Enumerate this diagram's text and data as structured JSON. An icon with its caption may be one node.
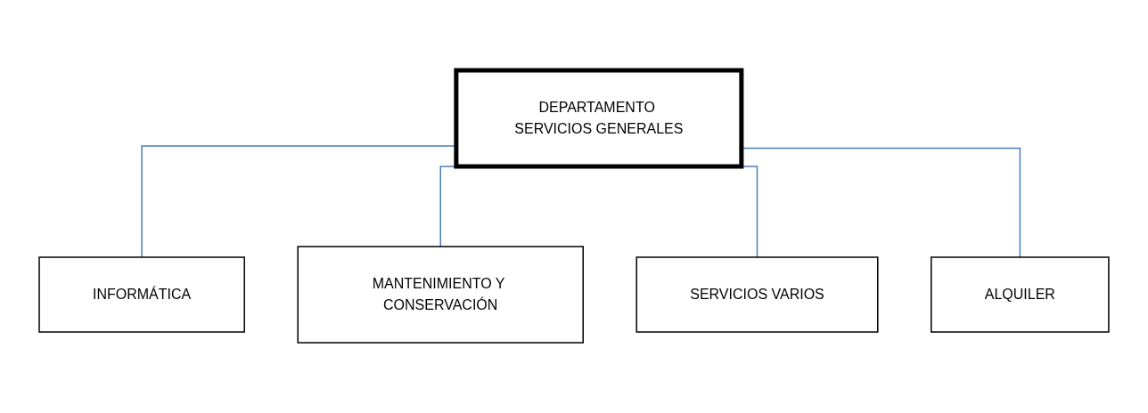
{
  "diagram": {
    "nodes": [
      {
        "text": [
          "DEPARTAMENTO SERVICIOS GENERALES"
        ]
      },
      {
        "text": [
          "INFORMÁTICA"
        ]
      },
      {
        "text": [
          "MANTENIMIENTO Y CONSERVACIÓN"
        ]
      },
      {
        "text": [
          "SERVICIOS VARIOS"
        ]
      },
      {
        "text": [
          "ALQUILER"
        ]
      }
    ],
    "edges": [
      {
        "from": 0,
        "to": 1,
        "arrow": "none",
        "color": "#4a7ebb"
      },
      {
        "from": 0,
        "to": 2,
        "arrow": "none",
        "color": "#4a7ebb"
      },
      {
        "from": 0,
        "to": 3,
        "arrow": "none",
        "color": "#4a7ebb"
      },
      {
        "from": 0,
        "to": 4,
        "arrow": "none",
        "color": "#4a7ebb"
      }
    ]
  }
}
